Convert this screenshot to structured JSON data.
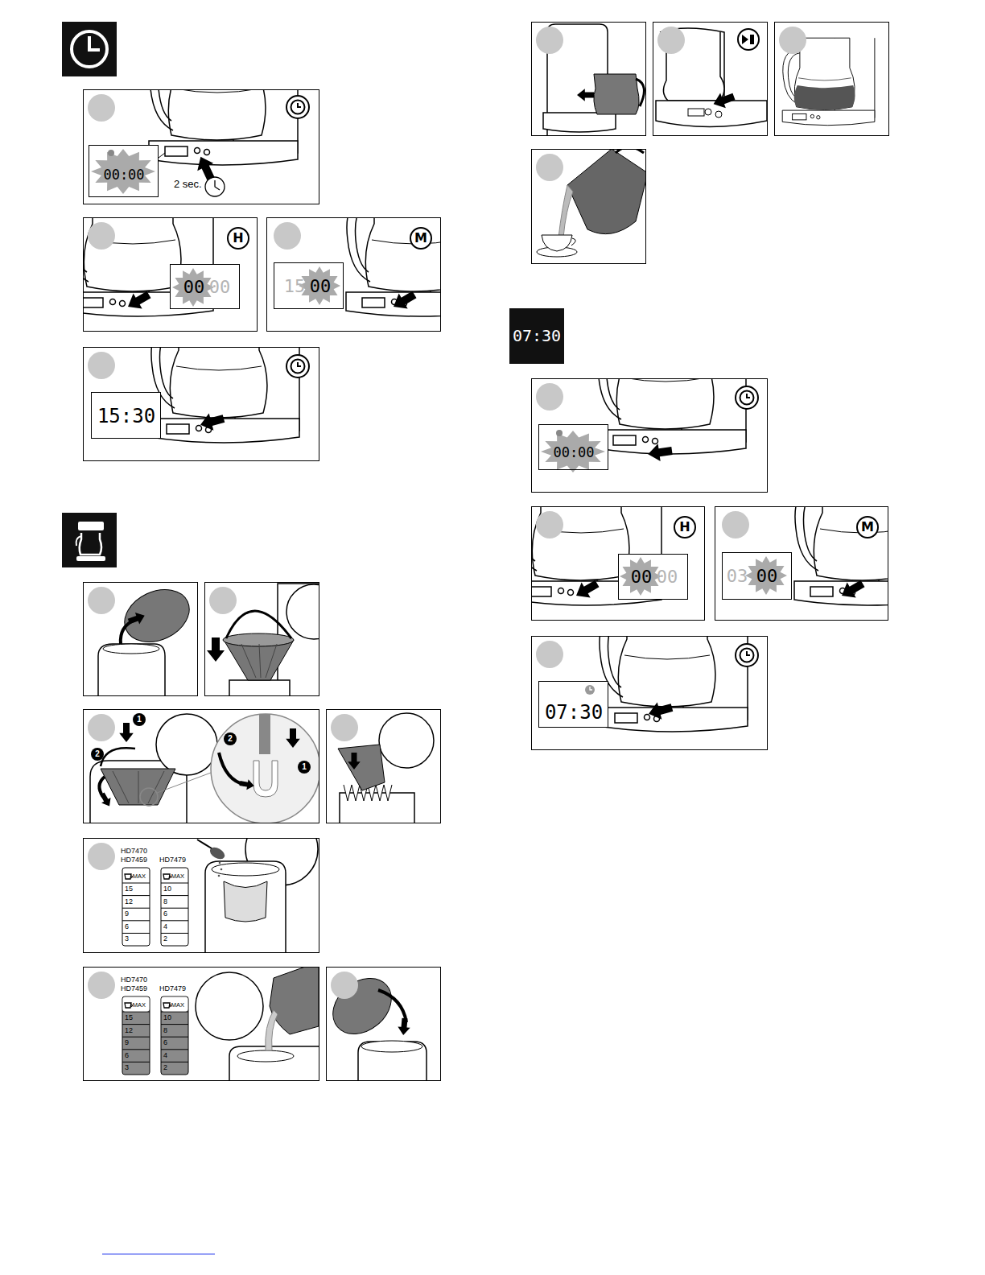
{
  "diagram": {
    "nodes": [
      {
        "text": [
          "00:00"
        ]
      },
      {
        "text": [
          "H"
        ]
      },
      {
        "text": [
          "00",
          "00"
        ]
      },
      {
        "text": [
          "M"
        ]
      },
      {
        "text": [
          "15",
          "00"
        ]
      },
      {
        "text": [
          "15:30"
        ]
      },
      {
        "text": [
          "07:30"
        ]
      },
      {
        "text": [
          "00:00"
        ]
      },
      {
        "text": [
          "H"
        ]
      },
      {
        "text": [
          "00",
          "00"
        ]
      },
      {
        "text": [
          "M"
        ]
      },
      {
        "text": [
          "03",
          "00"
        ]
      },
      {
        "text": [
          "07:30"
        ]
      }
    ],
    "labels": [
      "2 sec.",
      "1",
      "2",
      "2",
      "1",
      "HD7470",
      "HD7459",
      "HD7479",
      "MAX",
      "15",
      "12",
      "9",
      "6",
      "3",
      "MAX",
      "10",
      "8",
      "6",
      "4",
      "2",
      "HD7470",
      "HD7459",
      "HD7479",
      "MAX",
      "15",
      "12",
      "9",
      "6",
      "3",
      "MAX",
      "10",
      "8",
      "6",
      "4",
      "2"
    ]
  }
}
